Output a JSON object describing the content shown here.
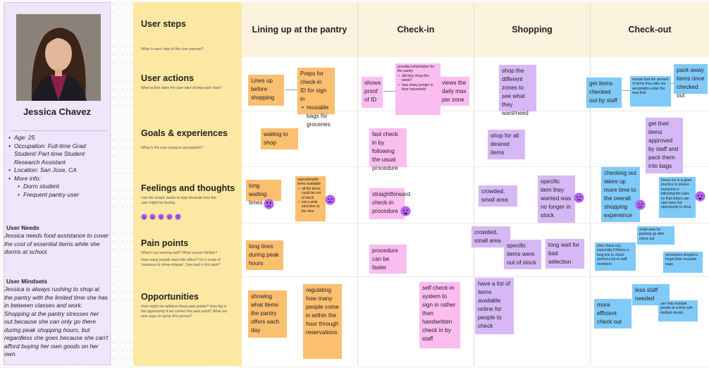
{
  "persona": {
    "name": "Jessica Chavez",
    "facts": [
      "Age: 25",
      "Occupation: Full-time Grad Student/ Part-time Student Research Assistant",
      "Location: San Jose, CA",
      "More info:"
    ],
    "sub_facts": [
      "Dorm student",
      "Frequent pantry user"
    ],
    "needs_title": "User Needs",
    "needs_text": "Jessica needs food assistance to cover the cost of essential items while she dorms at school.",
    "mindsets_title": "User Mindsets",
    "mindsets_text": "Jessica is always rushing to shop at the pantry with the limited time she has in between classes and work. Shopping at the pantry stresses her out because she can only go there during peak shopping hours, but regardless she goes because she can't afford buying her own goods on her own."
  },
  "stages": [
    "Lining up at the pantry",
    "Check-in",
    "Shopping",
    "Check-out"
  ],
  "rows": [
    {
      "title": "User steps",
      "sub": "What is each step of the user journey?"
    },
    {
      "title": "User actions",
      "sub": "What action does the user take during each step?"
    },
    {
      "title": "Goals & experiences",
      "sub": "What is the user trying to accomplish?"
    },
    {
      "title": "Feelings and thoughts",
      "sub": "Use the emojis below to help illustrate how the user might be feeling."
    },
    {
      "title": "Pain points",
      "sub": "What's not working well? What causes friction?",
      "sub2": "How many people does this affect? On a scale of 'nuisance to show-stopper', how bad is this pain?"
    },
    {
      "title": "Opportunities",
      "sub": "How might we address these pain points? How big is the opportunity if we correct this pain point? What are new ways to serve this person?"
    }
  ],
  "notes": {
    "a1": "Lines up before shopping",
    "a2": "Preps for check-in",
    "a2b": "ID for sign in",
    "a2c": "reusable bags for groceries",
    "a3": "shows proof of ID",
    "a4": "provides information for the pantry",
    "a4b": "did they shop this week?",
    "a4c": "how many people in their household",
    "a5": "views the daily max per zone",
    "a6": "shop the different zones to see what they want/need",
    "a7": "get items checked out by staff",
    "a8": "ensure that the amount of items they take are acceptably under the max limit",
    "a9": "pack away items once checked out",
    "g1": "waiting to shop",
    "g2": "fast check in by following the usual procedure",
    "g3": "shop for all desired items",
    "g4": "get their items approved by staff and pack them into bags",
    "f1": "long waiting times",
    "f2": "unpredictable items available",
    "f2b": "all the items could be out of stock",
    "f2c": "not a wide selection at the time",
    "f3": "straightforward check-in procedure",
    "f4": "crowded, small area",
    "f5": "specific item they wanted was no longer in stock",
    "f6": "checking out takes up more time to the overall shopping expereince",
    "f7": "check out is a good practice to ensure everyone is following the rules so that others can also have the opportunity to shop",
    "p1": "long lines during peak hours",
    "p2": "procedure can be faster",
    "p3": "crowded, small area",
    "p4": "specific items were out of stock",
    "p5": "long wait for bad selection",
    "p6": "small area for packing up after check out",
    "p7": "slow check-out, especially if theres a long line to check out/not a lot of staff members",
    "p8": "sometimes shoppers forget their reusable bags",
    "o1": "showing what items the pantry offers each day",
    "o2": "regulating how many people come in within the hour through reservations",
    "o3": "self check-in system to sign in rather than handwritten check in by staff",
    "o4": "have a list of items available online for people to check",
    "o5": "less staff needed",
    "o6": "more efficient check out",
    "o7": "can help multiple people at a time with multiple kiosks"
  },
  "colors": {
    "orange": "#fbbf70",
    "pink": "#fbbcf0",
    "purple": "#d7b8f6",
    "blue": "#7fcaf8",
    "emoji": "#b566f0"
  }
}
